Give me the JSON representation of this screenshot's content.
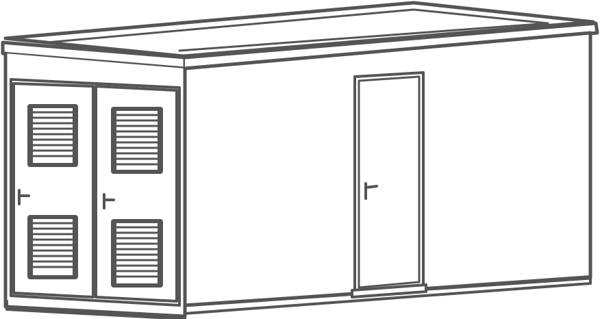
{
  "illustration": {
    "subject": "container-substation",
    "colors": {
      "stroke": "#555555",
      "fill": "#ffffff",
      "louver_frame": "#555555",
      "background": "#ffffff"
    },
    "end_wall": {
      "doors": [
        {
          "id": "left-door",
          "louvers": 2,
          "handle": "lever-handle"
        },
        {
          "id": "right-door",
          "louvers": 2,
          "handle": "lever-handle"
        }
      ]
    },
    "side_wall": {
      "door": {
        "id": "side-door",
        "handle": "lever-handle"
      }
    }
  }
}
